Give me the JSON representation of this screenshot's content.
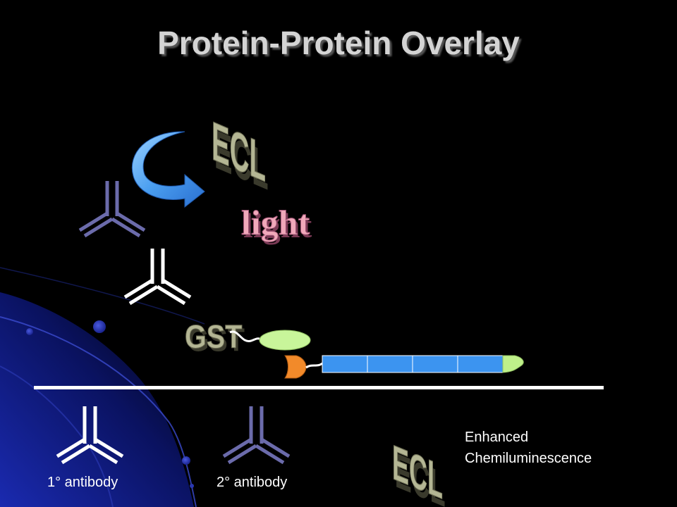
{
  "slide": {
    "title": "Protein-Protein Overlay"
  },
  "diagram": {
    "ecl_label": "ECL",
    "light_label": "light",
    "gst_label": "GST"
  },
  "legend": {
    "primary_antibody": "1° antibody",
    "secondary_antibody": "2° antibody",
    "ecl_label": "ECL",
    "ecl_line1": "Enhanced",
    "ecl_line2": "Chemiluminescence"
  },
  "colors": {
    "background": "#000000",
    "primary_antibody": "#ffffff",
    "secondary_antibody": "#6b6bab",
    "arrow": "#4a9ef0",
    "gst_ellipse": "#c8f59a",
    "protein_segments": "#3c94f0",
    "orange_domain": "#f28a2a",
    "green_tail": "#bff08a",
    "ecl_text": "#a9ab84",
    "light_text": "#f0a8ba"
  }
}
